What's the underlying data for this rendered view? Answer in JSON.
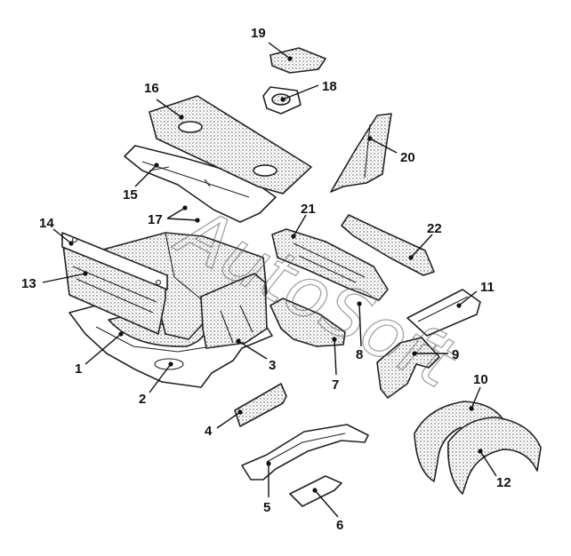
{
  "diagram": {
    "watermark": "AutoSoft",
    "callouts": [
      "1",
      "2",
      "3",
      "4",
      "5",
      "6",
      "7",
      "8",
      "9",
      "10",
      "11",
      "12",
      "13",
      "14",
      "15",
      "16",
      "17",
      "18",
      "19",
      "20",
      "21",
      "22"
    ]
  }
}
